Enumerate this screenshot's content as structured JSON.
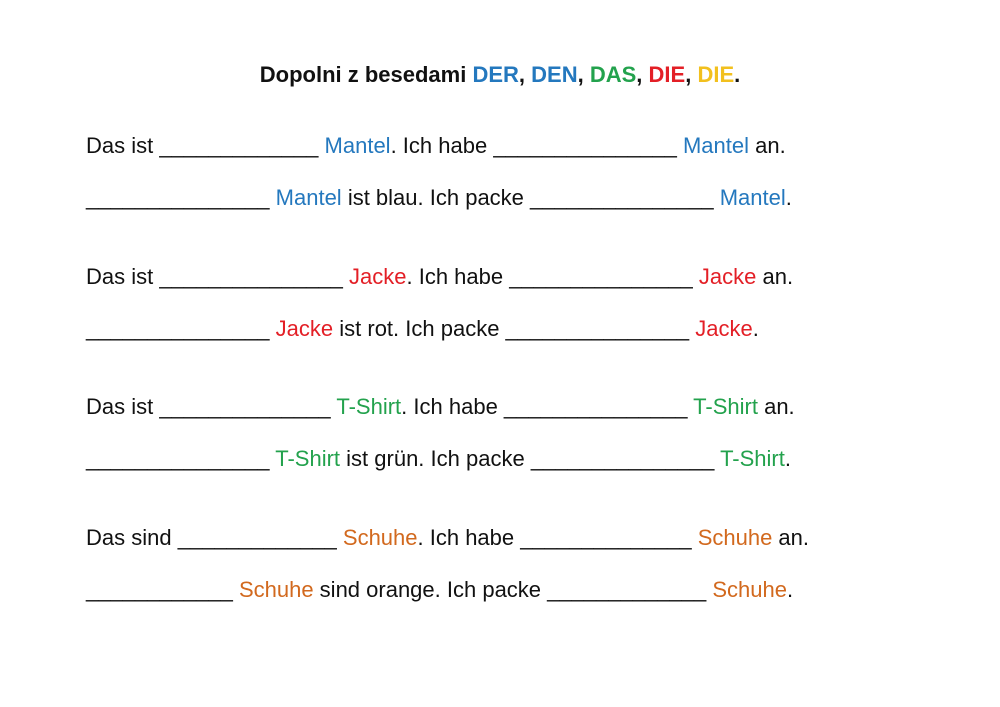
{
  "colors": {
    "der": "#2478be",
    "den": "#2478be",
    "das": "#23a24d",
    "die_red": "#e31f26",
    "die_yellow": "#f2c01e",
    "mantel": "#2478be",
    "jacke": "#e31f26",
    "tshirt": "#23a24d",
    "schuhe": "#d2691e"
  },
  "title": {
    "prefix": "Dopolni z besedami ",
    "w1": "DER",
    "w2": "DEN",
    "w3": "DAS",
    "w4": "DIE",
    "w5": "DIE",
    "sep": ", ",
    "end": "."
  },
  "lines": [
    {
      "text_a": "Das ist ",
      "blank1": "_____________ ",
      "word1": "Mantel",
      "text_b": ". Ich habe ",
      "blank2": "_______________ ",
      "word2": "Mantel",
      "text_c": " an."
    },
    {
      "blank1": "_______________ ",
      "word1": "Mantel",
      "text_b": " ist blau. Ich packe ",
      "blank2": "_______________ ",
      "word2": "Mantel",
      "text_c": "."
    },
    {
      "text_a": "Das ist ",
      "blank1": "_______________ ",
      "word1": "Jacke",
      "text_b": ". Ich habe ",
      "blank2": "_______________ ",
      "word2": "Jacke",
      "text_c": " an."
    },
    {
      "blank1": "_______________ ",
      "word1": "Jacke",
      "text_b": " ist rot. Ich packe ",
      "blank2": "_______________ ",
      "word2": "Jacke",
      "text_c": "."
    },
    {
      "text_a": "Das ist ",
      "blank1": "______________ ",
      "word1": "T-Shirt",
      "text_b": ". Ich habe ",
      "blank2": "_______________ ",
      "word2": "T-Shirt",
      "text_c": " an."
    },
    {
      "blank1": "_______________ ",
      "word1": "T-Shirt",
      "text_b": " ist grün. Ich packe ",
      "blank2": "_______________ ",
      "word2": "T-Shirt",
      "text_c": "."
    },
    {
      "text_a": "Das sind ",
      "blank1": "_____________ ",
      "word1": "Schuhe",
      "text_b": ". Ich habe ",
      "blank2": "______________ ",
      "word2": "Schuhe",
      "text_c": " an."
    },
    {
      "blank1": "____________ ",
      "word1": "Schuhe",
      "text_b": " sind orange. Ich packe ",
      "blank2": "_____________ ",
      "word2": "Schuhe",
      "text_c": "."
    }
  ]
}
